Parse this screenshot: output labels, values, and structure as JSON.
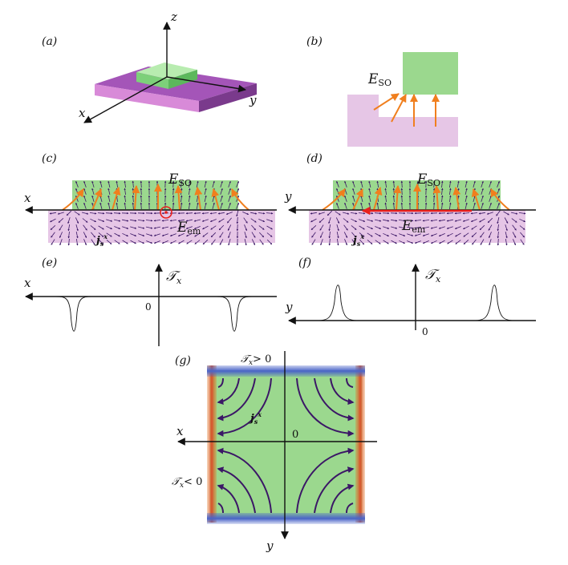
{
  "panels": {
    "a": {
      "label": "(a)",
      "axes": {
        "x": "x",
        "y": "y",
        "z": "z"
      }
    },
    "b": {
      "label": "(b)",
      "field": "E",
      "field_sub": "SO"
    },
    "c": {
      "label": "(c)",
      "axis": "x",
      "field_so": "E",
      "field_so_sub": "SO",
      "field_em": "E",
      "field_em_sub": "em",
      "current": "j",
      "current_sub": "s",
      "current_sup": "x"
    },
    "d": {
      "label": "(d)",
      "axis": "y",
      "field_so": "E",
      "field_so_sub": "SO",
      "field_em": "E",
      "field_em_sub": "em",
      "current": "j",
      "current_sub": "s",
      "current_sup": "x"
    },
    "e": {
      "label": "(e)",
      "axis": "x",
      "torque": "𝒯",
      "torque_sub": "x",
      "origin": "0"
    },
    "f": {
      "label": "(f)",
      "axis": "y",
      "torque": "𝒯",
      "torque_sub": "x",
      "origin": "0"
    },
    "g": {
      "label": "(g)",
      "axis_x": "x",
      "axis_y": "y",
      "origin": "0",
      "top_label": "𝒯",
      "top_label_sub": "x",
      "top_label_rel": "> 0",
      "left_label": "𝒯",
      "left_label_sub": "x",
      "left_label_rel": "< 0",
      "current": "j",
      "current_sub": "s",
      "current_sup": "x"
    }
  },
  "colors": {
    "green": "#9bd88e",
    "purple_light": "#e6c6e6",
    "purple_dark": "#8a4a96",
    "orange": "#f07f1e",
    "red": "#e8201c",
    "blue": "#4a64c8",
    "flow": "#3b1766"
  }
}
